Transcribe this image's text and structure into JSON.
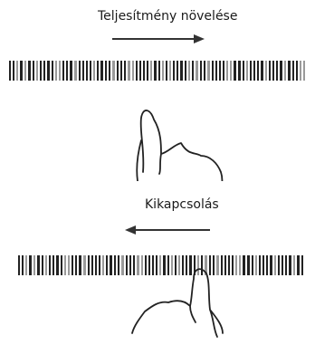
{
  "panels": [
    {
      "label": "Teljesítmény növelése",
      "arrow_direction": "right",
      "gesture": "slide-finger-right"
    },
    {
      "label": "Kikapcsolás",
      "arrow_direction": "left",
      "gesture": "slide-finger-left"
    }
  ],
  "colors": {
    "ink": "#1a1a1a",
    "bar_dark": "#222222",
    "bar_light": "#9a9a9a",
    "background": "#ffffff"
  }
}
